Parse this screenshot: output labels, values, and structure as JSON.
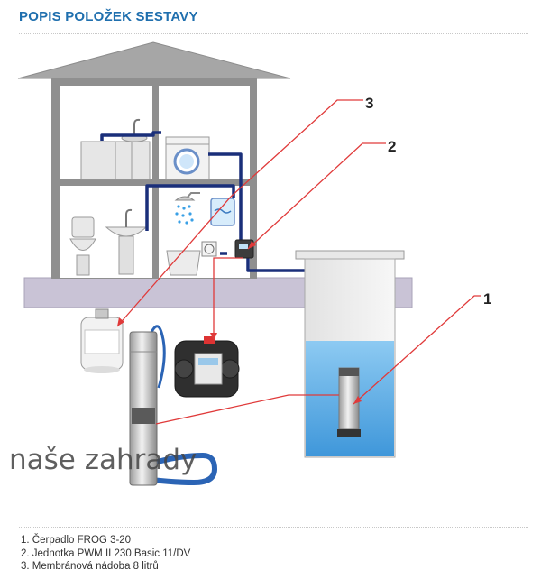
{
  "header": {
    "title": "POPIS POLOŽEK SESTAVY"
  },
  "callouts": [
    "1",
    "2",
    "3"
  ],
  "watermark": "naše zahrady",
  "legend": {
    "items": [
      "1. Čerpadlo FROG 3-20",
      "2. Jednotka PWM II 230 Basic 11/DV",
      "3. Membránová nádoba 8 litrů"
    ]
  },
  "colors": {
    "title": "#1f6fae",
    "pipe": "#1a2f7a",
    "callout_line": "#e03a3a",
    "water": "#5fb3ea",
    "ground": "#c9c3d6",
    "house": "#9a9a9a"
  }
}
